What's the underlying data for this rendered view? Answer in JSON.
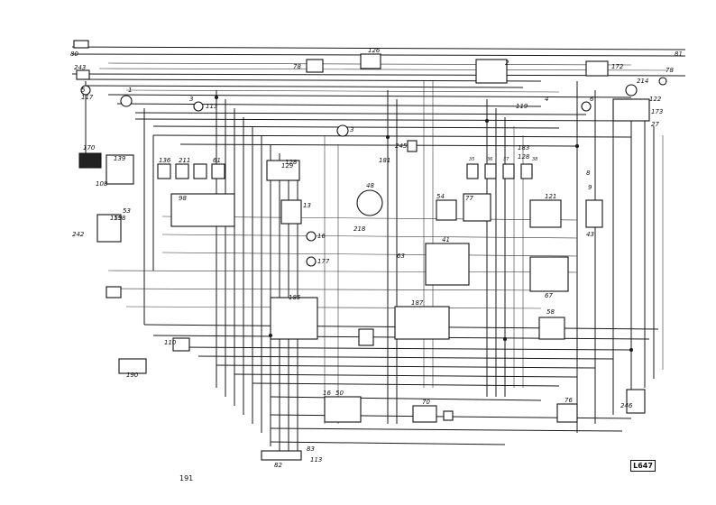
{
  "diagram": {
    "page_number": "191",
    "reference_code": "L647",
    "component_labels": [
      "80",
      "243",
      "5",
      "117",
      "1",
      "113",
      "78",
      "126",
      "3",
      "2",
      "172",
      "81",
      "214",
      "78",
      "122",
      "173",
      "27",
      "245",
      "170",
      "139",
      "108",
      "159",
      "98",
      "136",
      "211",
      "61",
      "129",
      "128",
      "54",
      "77",
      "13",
      "41",
      "121",
      "43",
      "158",
      "128",
      "16",
      "177",
      "185",
      "190",
      "110",
      "187",
      "16",
      "50",
      "76",
      "70",
      "246",
      "83",
      "82",
      "113",
      "35",
      "36",
      "37",
      "38",
      "48",
      "58",
      "181",
      "183",
      "63",
      "67",
      "242",
      "53",
      "3",
      "6",
      "4",
      "119",
      "218",
      "8",
      "9"
    ]
  }
}
